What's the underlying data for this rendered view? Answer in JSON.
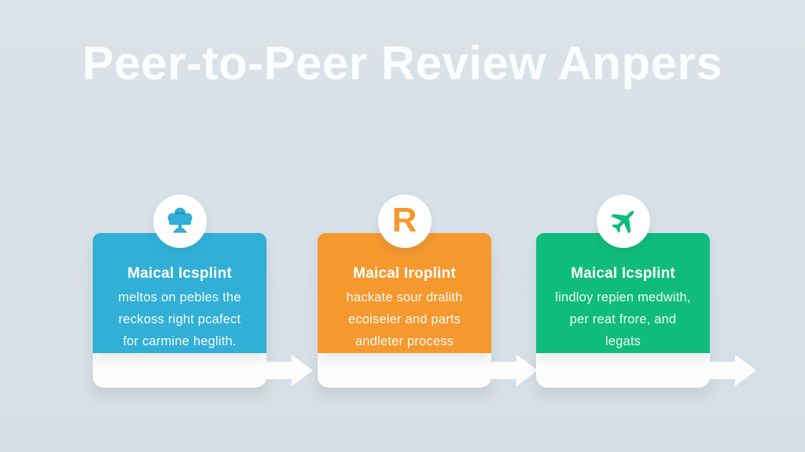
{
  "title": "Peer-to-Peer Review Anpers",
  "colors": {
    "background": "#d8e1e7",
    "title_text": "#fbfdfe",
    "card_blue": "#31afd6",
    "card_orange": "#f5992f",
    "card_green": "#0fbc7b",
    "bar_white": "#fdfdfe",
    "circle_white": "#ffffff"
  },
  "cards": [
    {
      "icon": "tree-icon",
      "color": "#31afd6",
      "heading": "Maical Icsplint",
      "body_lines": [
        "meltos on pebles the",
        "reckoss right pcafect",
        "for carmine heglith."
      ]
    },
    {
      "icon": "letter-r-icon",
      "icon_letter": "R",
      "color": "#f5992f",
      "heading": "Maical Iroplint",
      "body_lines": [
        "hackate sour dralith",
        "ecoiseler and parts",
        "andleter process"
      ]
    },
    {
      "icon": "airplane-icon",
      "color": "#0fbc7b",
      "heading": "Maical Icsplint",
      "body_lines": [
        "lindloy repien medwith,",
        "per reat frore, and",
        "legats"
      ]
    }
  ]
}
